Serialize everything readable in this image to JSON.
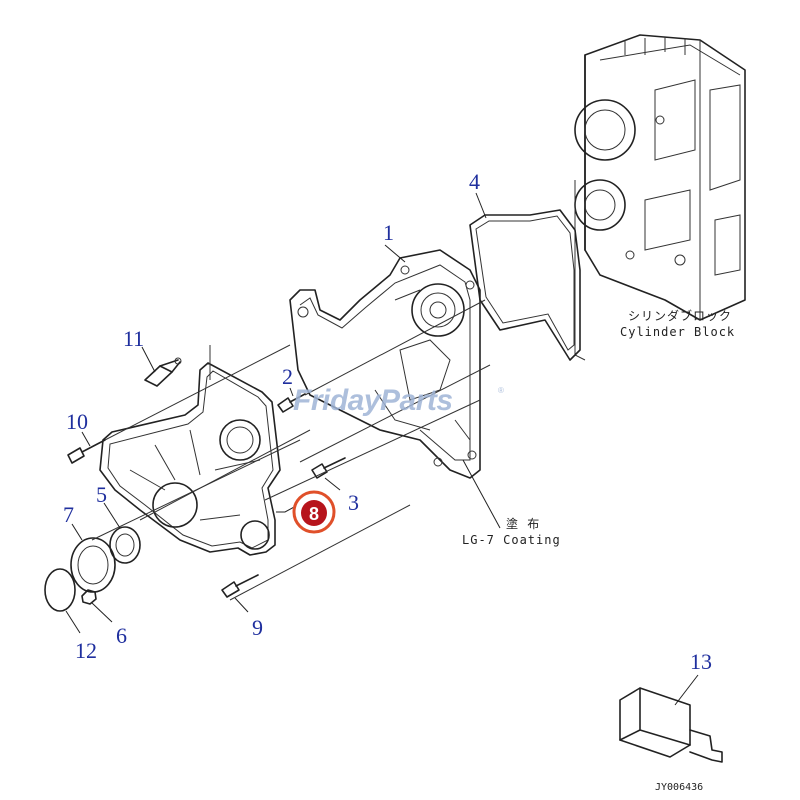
{
  "callouts": [
    {
      "id": "1",
      "text": "1"
    },
    {
      "id": "2",
      "text": "2"
    },
    {
      "id": "3",
      "text": "3"
    },
    {
      "id": "4",
      "text": "4"
    },
    {
      "id": "5",
      "text": "5"
    },
    {
      "id": "6",
      "text": "6"
    },
    {
      "id": "7",
      "text": "7"
    },
    {
      "id": "8",
      "text": "8"
    },
    {
      "id": "9",
      "text": "9"
    },
    {
      "id": "10",
      "text": "10"
    },
    {
      "id": "11",
      "text": "11"
    },
    {
      "id": "12",
      "text": "12"
    },
    {
      "id": "13",
      "text": "13"
    }
  ],
  "highlighted_part": "8",
  "labels": {
    "cylinder_block_jp": "シリンダブロック",
    "cylinder_block_en": "Cylinder Block",
    "coating_jp": "塗 布",
    "coating_en": "LG-7 Coating",
    "figure_code": "JY006436"
  },
  "watermark": {
    "text": "FridayParts",
    "part1": "Friday",
    "part2": "Parts",
    "registered": "®"
  },
  "colors": {
    "callout": "#1f2f9e",
    "highlight_ring": "#e0502a",
    "highlight_fill": "#b7141c",
    "watermark": "#9fb4d6",
    "line": "#222222"
  }
}
